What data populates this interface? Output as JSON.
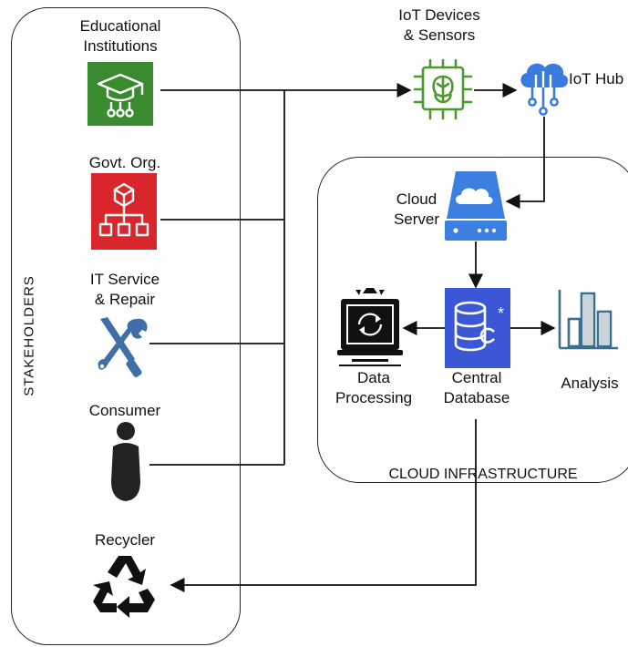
{
  "stakeholders": {
    "title": "STAKEHOLDERS",
    "items": [
      {
        "id": "edu",
        "label_line1": "Educational",
        "label_line2": "Institutions"
      },
      {
        "id": "govt",
        "label_line1": "Govt. Org.",
        "label_line2": ""
      },
      {
        "id": "it",
        "label_line1": "IT Service",
        "label_line2": "& Repair"
      },
      {
        "id": "consumer",
        "label_line1": "Consumer",
        "label_line2": ""
      },
      {
        "id": "recycler",
        "label_line1": "Recycler",
        "label_line2": ""
      }
    ]
  },
  "iot": {
    "devices_line1": "IoT Devices",
    "devices_line2": "& Sensors",
    "hub": "IoT Hub"
  },
  "cloud": {
    "title": "CLOUD INFRASTRUCTURE",
    "server_line1": "Cloud",
    "server_line2": "Server",
    "db_line1": "Central",
    "db_line2": "Database",
    "proc_line1": "Data",
    "proc_line2": "Processing",
    "analysis": "Analysis"
  },
  "colors": {
    "edu": "#3a8b2f",
    "govt": "#d9262c",
    "it": "#3f6fa6",
    "iot_chip": "#4a9a2e",
    "hub": "#3a7be0",
    "server": "#3b7fe0",
    "db": "#3b57d6",
    "analysis": "#3d6f8c"
  }
}
